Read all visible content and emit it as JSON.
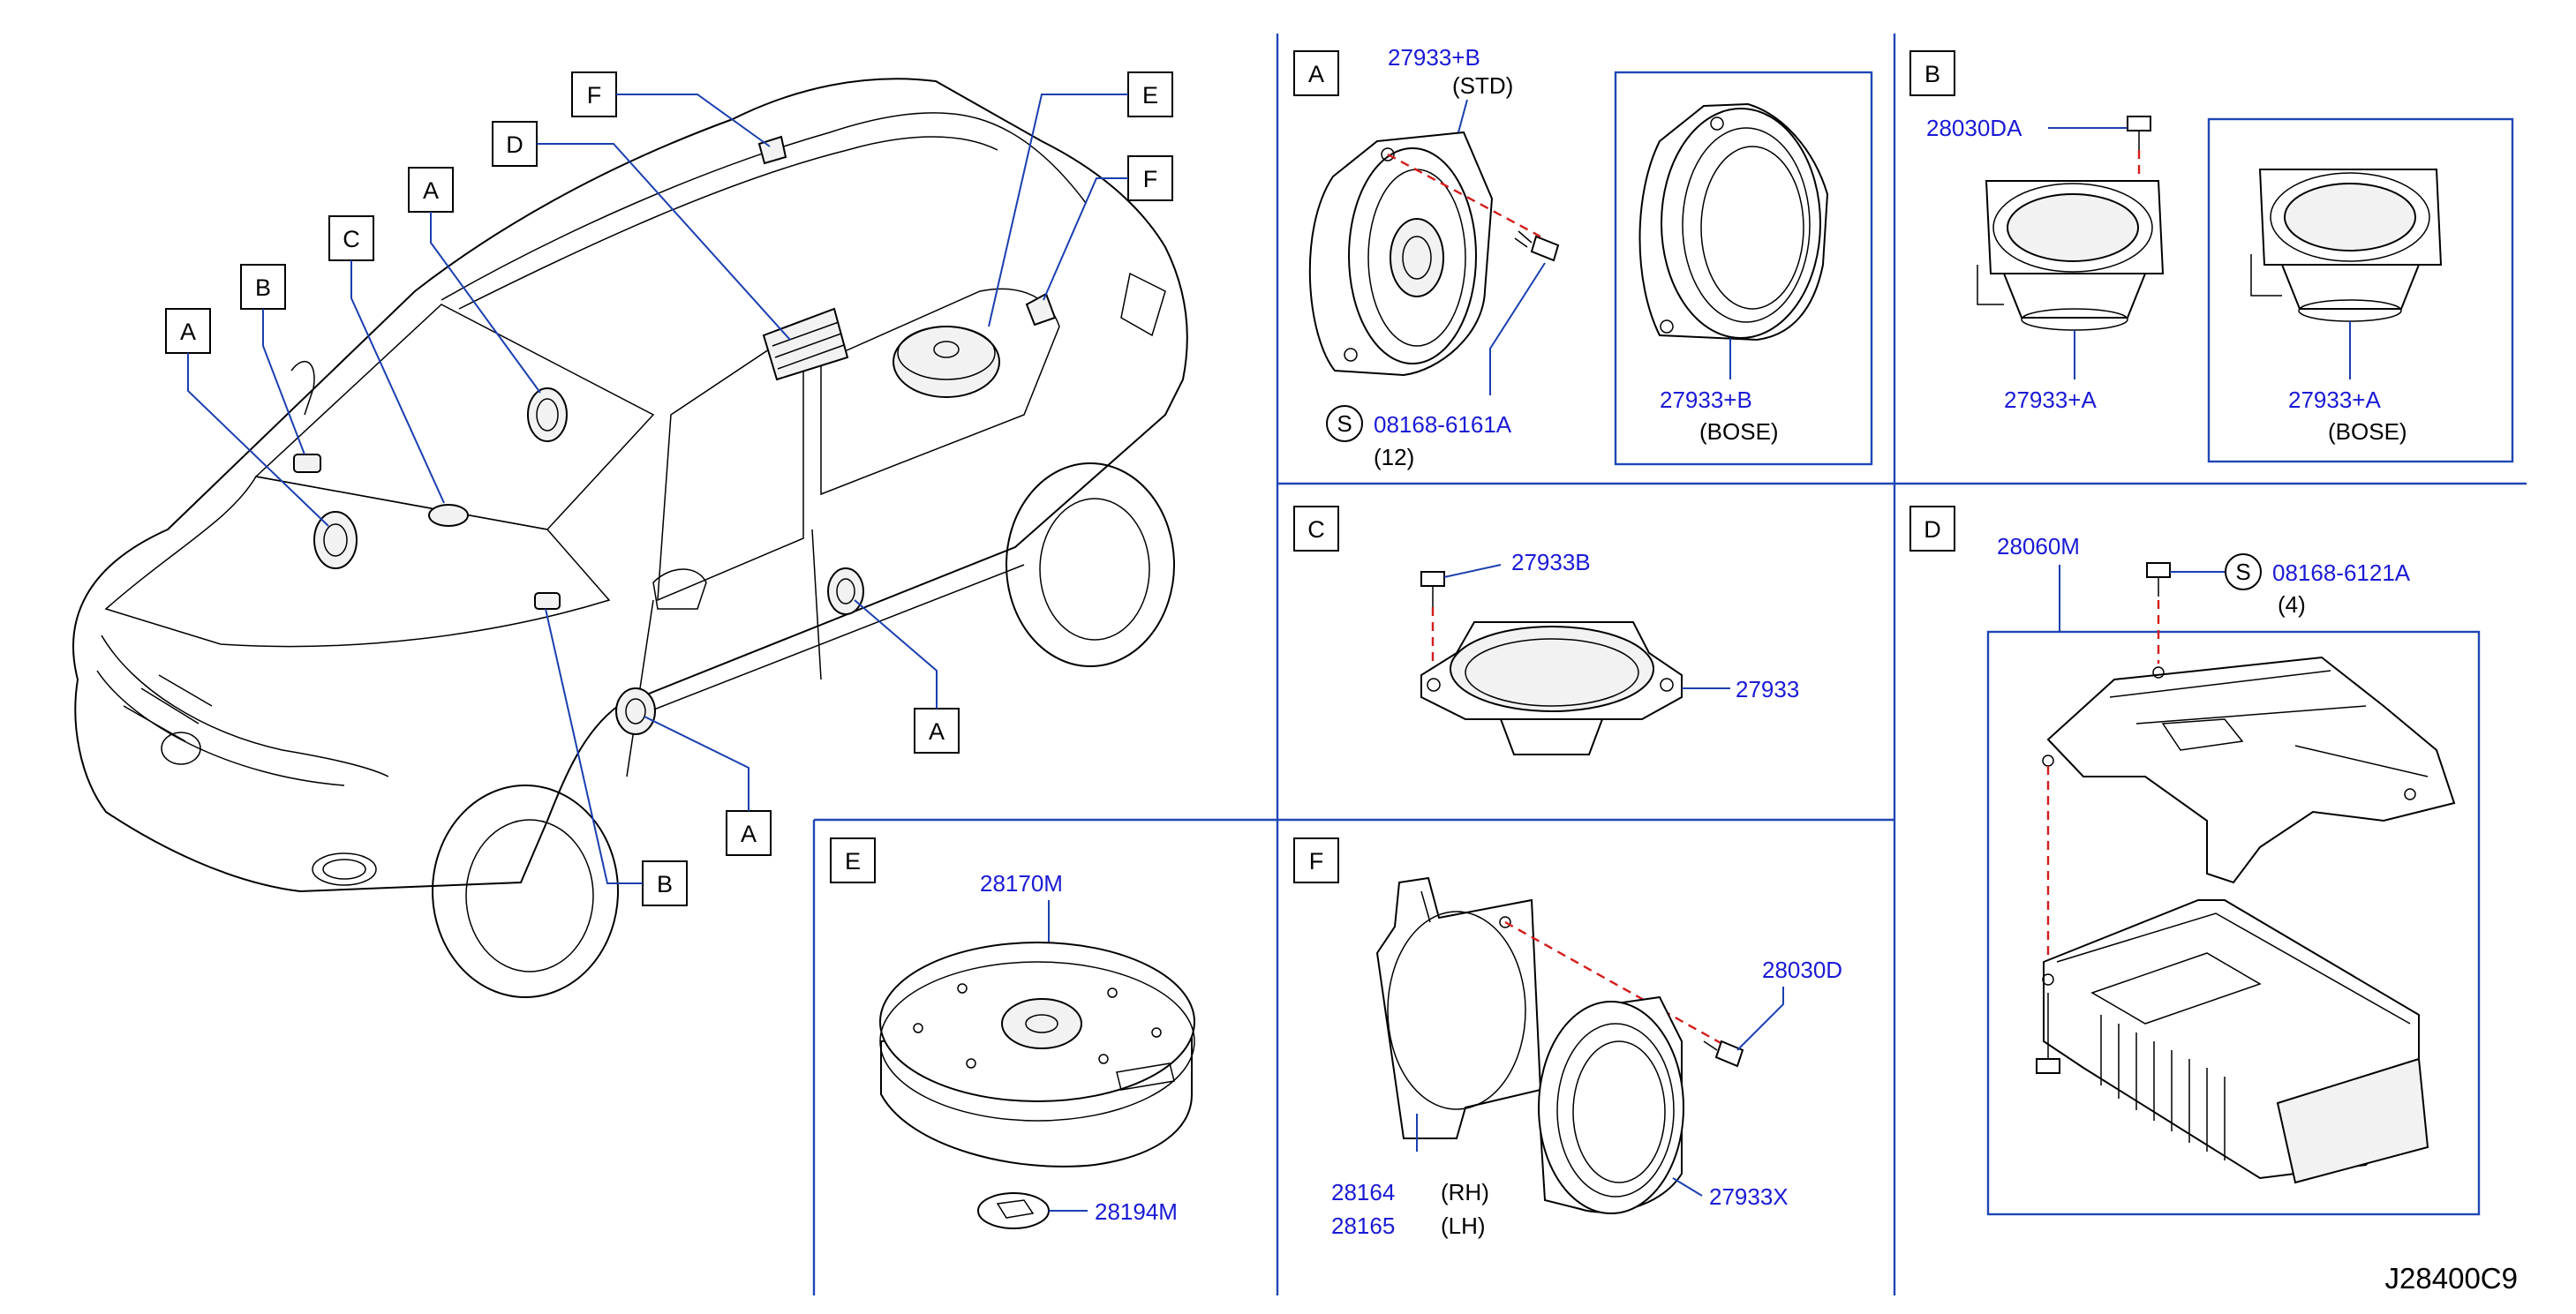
{
  "diagram_id": "J28400C9",
  "car_callouts": {
    "F_top": "F",
    "D": "D",
    "E": "E",
    "F_rear": "F",
    "A_ws": "A",
    "C": "C",
    "B_dash": "B",
    "A_left": "A",
    "A_door_rear": "A",
    "A_door_front": "A",
    "B_low": "B"
  },
  "sections": {
    "A": {
      "label": "A",
      "std_part": "27933+B",
      "std_note": "(STD)",
      "screw_part": "08168-6161A",
      "screw_symbol": "S",
      "screw_qty": "(12)",
      "bose_part": "27933+B",
      "bose_note": "(BOSE)"
    },
    "B": {
      "label": "B",
      "screw_part": "28030DA",
      "std_part": "27933+A",
      "bose_part": "27933+A",
      "bose_note": "(BOSE)"
    },
    "C": {
      "label": "C",
      "screw_part": "27933B",
      "speaker_part": "27933"
    },
    "D": {
      "label": "D",
      "amp_part": "28060M",
      "screw_symbol": "S",
      "screw_part": "08168-6121A",
      "screw_qty": "(4)"
    },
    "E": {
      "label": "E",
      "woofer_part": "28170M",
      "pad_part": "28194M"
    },
    "F": {
      "label": "F",
      "screw_part": "28030D",
      "bracket_rh": "28164",
      "bracket_rh_note": "(RH)",
      "bracket_lh": "28165",
      "bracket_lh_note": "(LH)",
      "speaker_part": "27933X"
    }
  },
  "colors": {
    "part_number": "#1a1ad6",
    "panel_border": "#1f47b5",
    "dashed_line": "#d41c1c",
    "line_art": "#000000"
  }
}
